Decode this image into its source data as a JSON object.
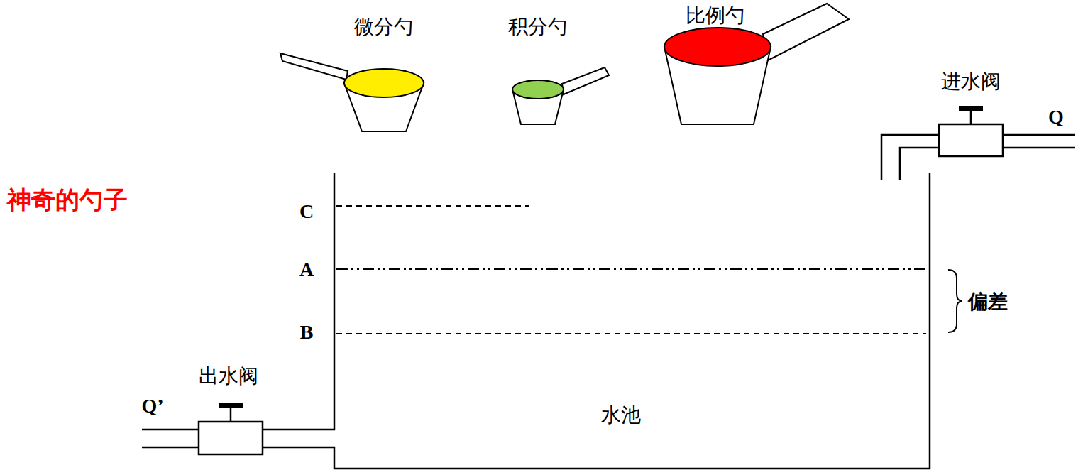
{
  "diagram": {
    "title": "神奇的勺子",
    "nodes": [
      {
        "text": [
          "水池"
        ]
      }
    ],
    "labels": [
      "微分勺",
      "积分勺",
      "比例勺",
      "进水阀",
      "Q",
      "C",
      "A",
      "B",
      "偏差",
      "出水阀",
      "Q’"
    ]
  }
}
